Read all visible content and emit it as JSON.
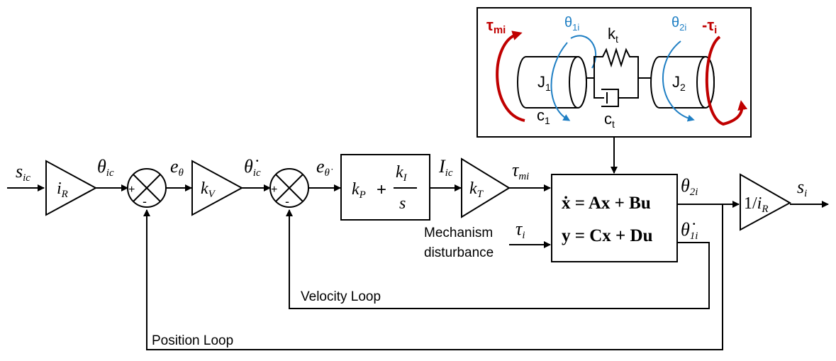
{
  "signals": {
    "input": "s",
    "input_sub": "ic",
    "theta_ic": "θ",
    "theta_ic_sub": "ic",
    "e_theta": "e",
    "e_theta_sub": "θ",
    "theta_dot_ic": "θ̇",
    "theta_dot_ic_sub": "ic",
    "e_theta_dot": "e",
    "e_theta_dot_sub": "θ̇",
    "I_ic": "I",
    "I_ic_sub": "ic",
    "tau_mi": "τ",
    "tau_mi_sub": "mi",
    "tau_i": "τ",
    "tau_i_sub": "i",
    "theta_2i": "θ",
    "theta_2i_sub": "2i",
    "theta_dot_1i": "θ̇",
    "theta_dot_1i_sub": "1i",
    "output": "s",
    "output_sub": "i"
  },
  "blocks": {
    "iR": "i",
    "iR_sub": "R",
    "kV": "k",
    "kV_sub": "V",
    "pi_kP": "k",
    "pi_kP_sub": "P",
    "pi_plus": "+",
    "pi_kI": "k",
    "pi_kI_sub": "I",
    "pi_s": "s",
    "kT": "k",
    "kT_sub": "T",
    "state_eq1": "ẋ = Ax + Bu",
    "state_eq2": "y = Cx + Du",
    "inv_num": "1",
    "inv_slash": "/",
    "inv_i": "i",
    "inv_sub": "R"
  },
  "summing": {
    "plus": "+",
    "minus": "-"
  },
  "labels": {
    "disturbance_line1": "Mechanism",
    "disturbance_line2": "disturbance",
    "velocity_loop": "Velocity Loop",
    "position_loop": "Position Loop"
  },
  "model": {
    "tau_mi": "τ",
    "tau_mi_sub": "mi",
    "theta_1i": "θ",
    "theta_1i_sub": "1i",
    "k_t": "k",
    "k_t_sub": "t",
    "theta_2i": "θ",
    "theta_2i_sub": "2i",
    "neg_tau_i": "-τ",
    "neg_tau_i_sub": "i",
    "J1": "J",
    "J1_sub": "1",
    "J2": "J",
    "J2_sub": "2",
    "c1": "c",
    "c1_sub": "1",
    "c_t": "c",
    "c_t_sub": "t"
  },
  "colors": {
    "torque_red": "#c00000",
    "angle_blue": "#1f7fc4"
  }
}
